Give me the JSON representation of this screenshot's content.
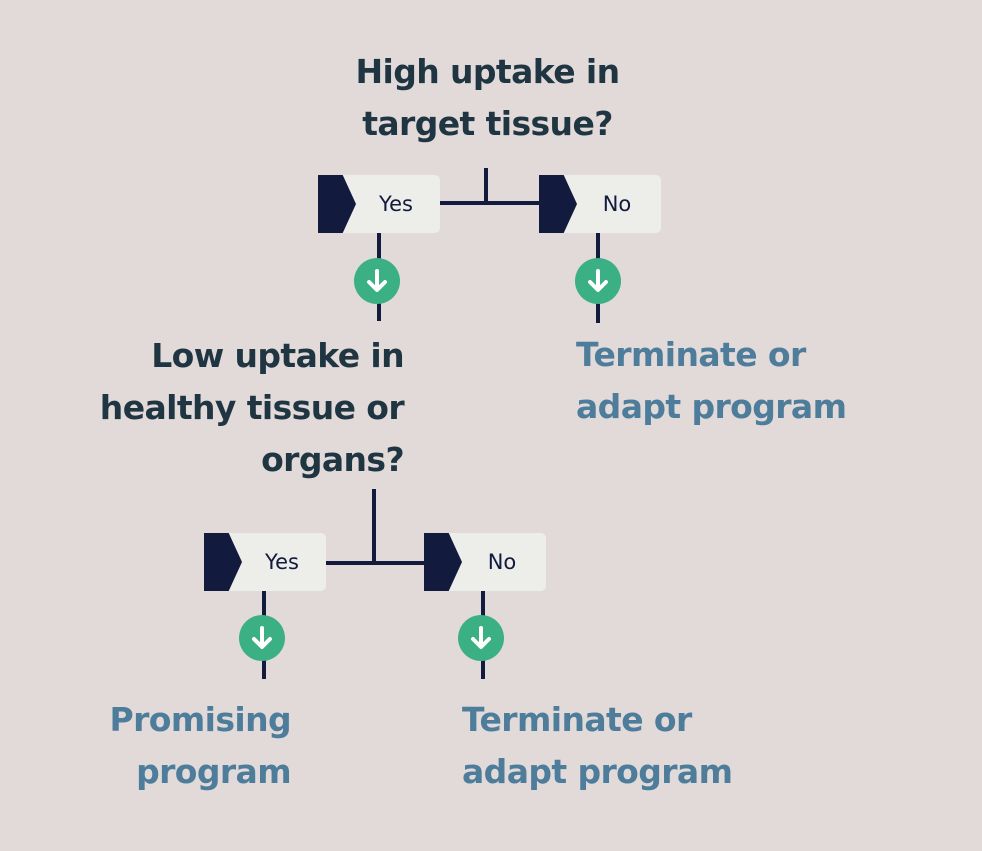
{
  "decision1": {
    "question": [
      "High uptake in",
      "target tissue?"
    ],
    "yes_label": "Yes",
    "no_label": "No"
  },
  "outcome_no_1": [
    "Terminate or",
    "adapt program"
  ],
  "decision2": {
    "question": [
      "Low uptake in",
      "healthy tissue or",
      "organs?"
    ],
    "yes_label": "Yes",
    "no_label": "No"
  },
  "outcome_yes_2": [
    "Promising",
    "program"
  ],
  "outcome_no_2": [
    "Terminate or",
    "adapt program"
  ],
  "colors": {
    "background": "#e2d9d9",
    "question_text": "#1f3542",
    "outcome_text": "#4d7d9b",
    "connector": "#121a3e",
    "arrow_circle": "#3bb084",
    "tag_fill": "#ededea"
  },
  "icons": {
    "arrow": "arrow-down-icon",
    "tag_marker": "chevron-flag-icon"
  }
}
